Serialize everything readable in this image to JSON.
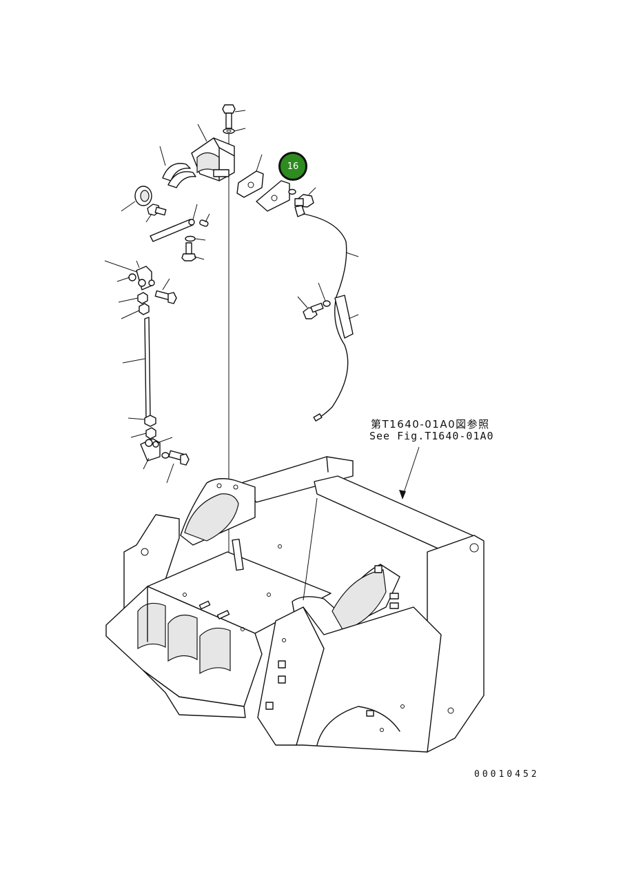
{
  "callout": {
    "label": "16",
    "color": "#2e8b1f"
  },
  "reference": {
    "jp": "第T1640-01A0図参照",
    "en": "See Fig.T1640-01A0"
  },
  "drawing_number": "00010452"
}
